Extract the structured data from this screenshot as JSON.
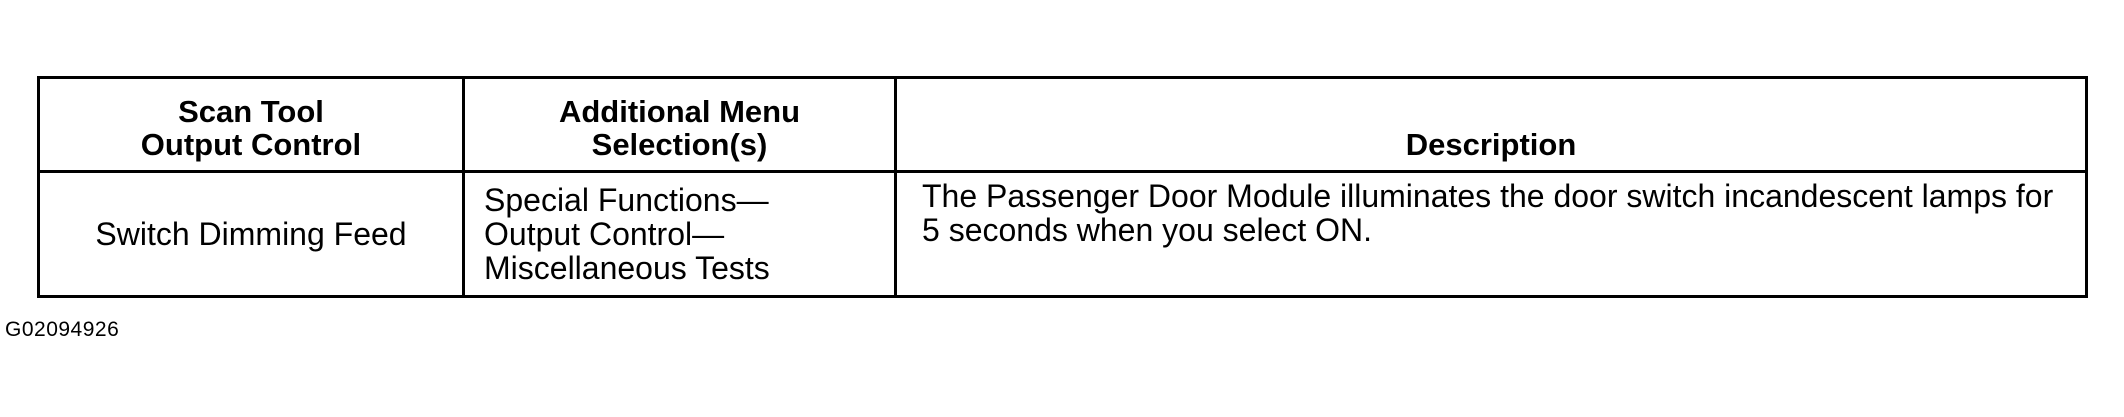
{
  "table": {
    "headers": [
      {
        "lines": [
          "Scan Tool",
          "Output Control"
        ]
      },
      {
        "lines": [
          "Additional Menu",
          "Selection(s)"
        ]
      },
      {
        "lines": [
          "Description"
        ]
      }
    ],
    "rows": [
      {
        "output_control": "Switch Dimming Feed",
        "menu_selections": [
          "Special Functions—",
          "Output Control—",
          "Miscellaneous Tests"
        ],
        "description": "The Passenger Door Module illuminates the door switch incandescent lamps for 5 seconds when you select ON."
      }
    ]
  },
  "figure_id": "G02094926"
}
